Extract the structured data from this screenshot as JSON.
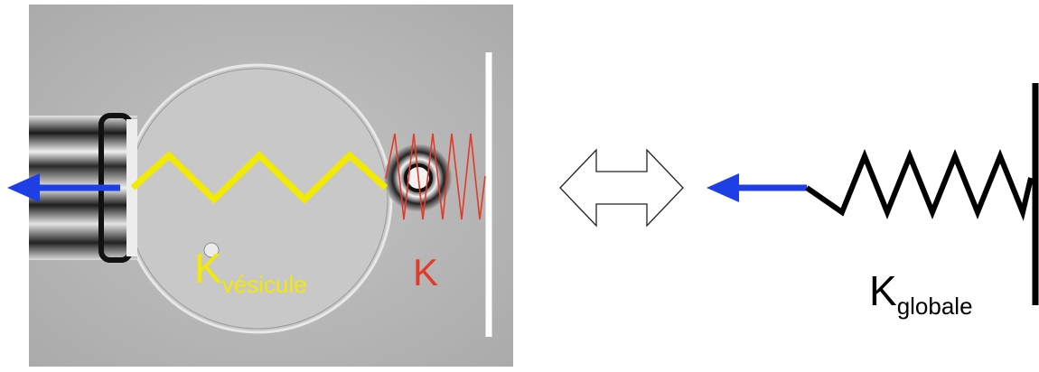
{
  "left_panel": {
    "vesicle_spring_label": {
      "main": "K",
      "sub": "vésicule"
    },
    "bead_spring_label": {
      "main": "K"
    }
  },
  "right_panel": {
    "global_spring_label": {
      "main": "K",
      "sub": "globale"
    }
  },
  "colors": {
    "vesicle_spring": "#f2ea00",
    "bead_spring": "#e23a2a",
    "force_arrow": "#1f3fe6",
    "global_spring": "#000000",
    "wall": "#000000",
    "micrograph_wall": "#ffffff",
    "equivalence_arrow_stroke": "#222222"
  },
  "icons": {
    "equivalence": "double-headed-arrow-icon",
    "force": "left-arrow-icon"
  }
}
